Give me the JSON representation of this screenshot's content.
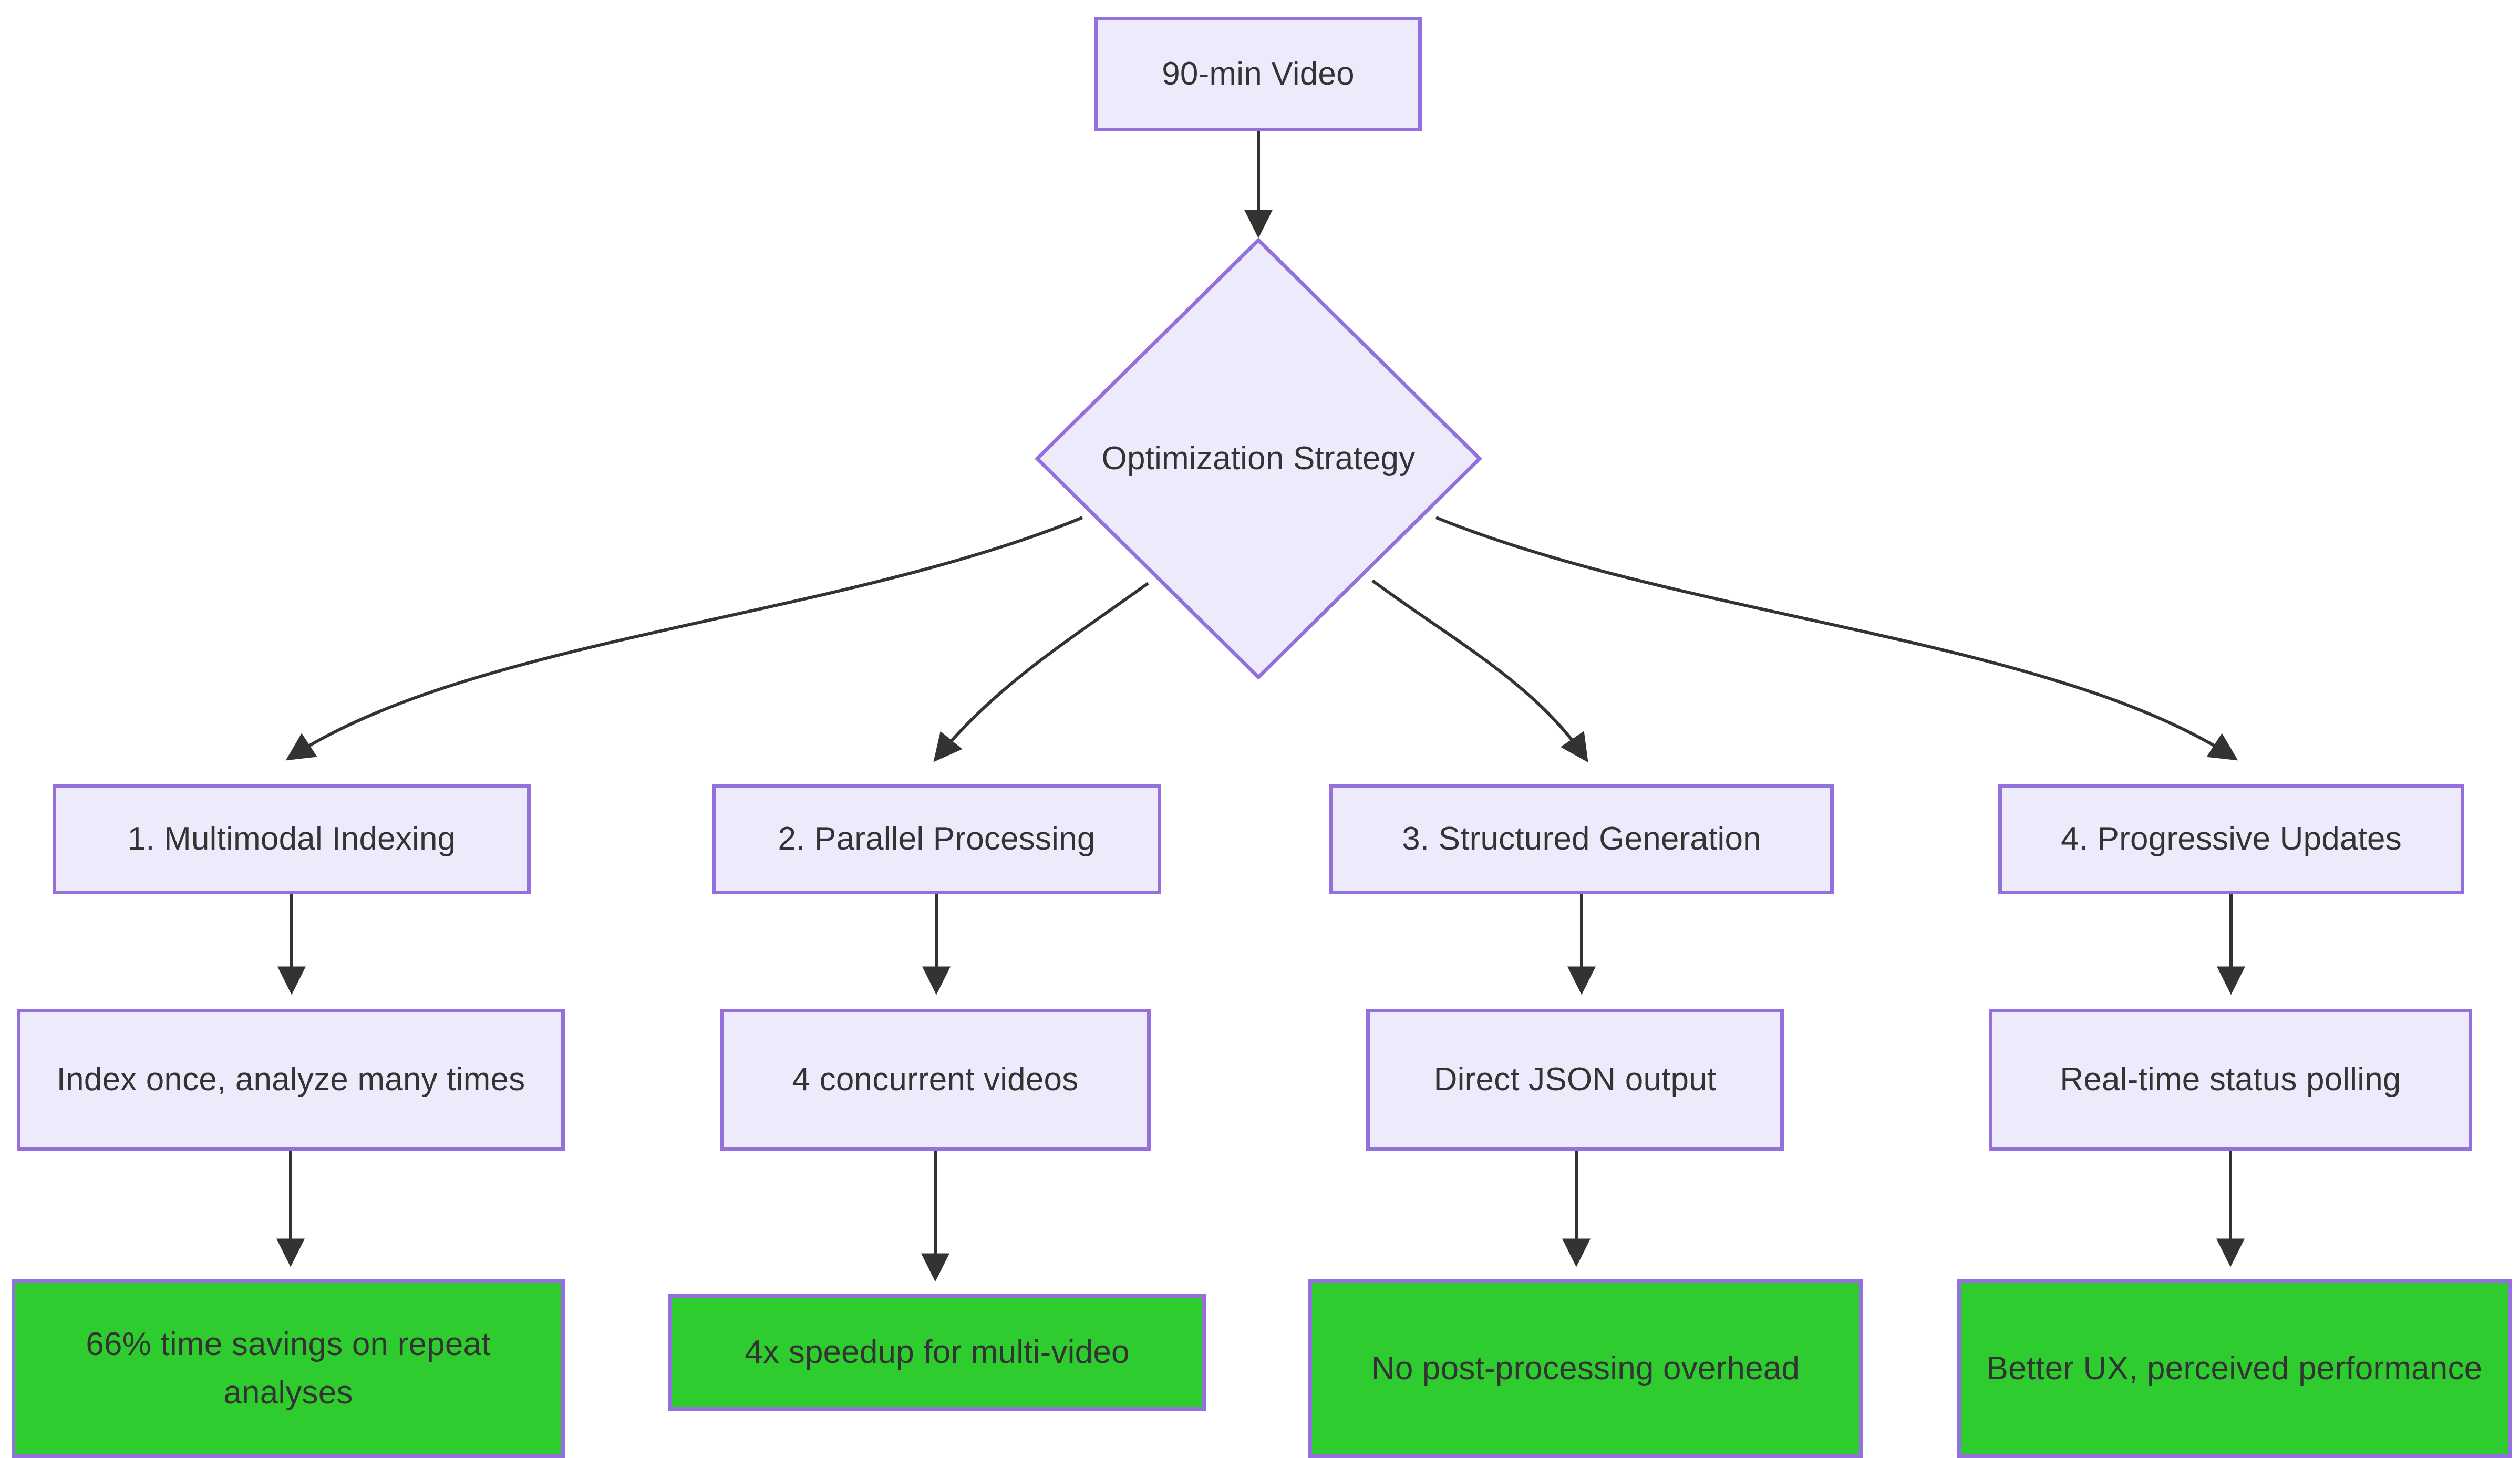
{
  "diagram": {
    "type": "flowchart",
    "orientation": "top-down",
    "colors": {
      "node_fill": "#ECEAFB",
      "node_border": "#9370DB",
      "result_fill": "#2ECC2E",
      "text": "#333333",
      "edge": "#333333",
      "background": "#FFFFFF"
    }
  },
  "nodes": {
    "source": {
      "id": "source",
      "shape": "rect",
      "label": "90-min Video"
    },
    "decision": {
      "id": "decision",
      "shape": "diamond",
      "label": "Optimization Strategy"
    },
    "steps": [
      {
        "id": "step1",
        "shape": "rect",
        "label": "1. Multimodal Indexing"
      },
      {
        "id": "step2",
        "shape": "rect",
        "label": "2. Parallel Processing"
      },
      {
        "id": "step3",
        "shape": "rect",
        "label": "3. Structured Generation"
      },
      {
        "id": "step4",
        "shape": "rect",
        "label": "4. Progressive Updates"
      }
    ],
    "details": [
      {
        "id": "detail1",
        "shape": "rect",
        "label": "Index once, analyze many times"
      },
      {
        "id": "detail2",
        "shape": "rect",
        "label": "4 concurrent videos"
      },
      {
        "id": "detail3",
        "shape": "rect",
        "label": "Direct JSON output"
      },
      {
        "id": "detail4",
        "shape": "rect",
        "label": "Real-time status polling"
      }
    ],
    "results": [
      {
        "id": "result1",
        "shape": "rect",
        "label": "66% time savings on repeat analyses"
      },
      {
        "id": "result2",
        "shape": "rect",
        "label": "4x speedup for multi-video"
      },
      {
        "id": "result3",
        "shape": "rect",
        "label": "No post-processing overhead"
      },
      {
        "id": "result4",
        "shape": "rect",
        "label": "Better UX, perceived performance"
      }
    ]
  },
  "edges": [
    {
      "from": "source",
      "to": "decision",
      "label": ""
    },
    {
      "from": "decision",
      "to": "step1",
      "label": ""
    },
    {
      "from": "decision",
      "to": "step2",
      "label": ""
    },
    {
      "from": "decision",
      "to": "step3",
      "label": ""
    },
    {
      "from": "decision",
      "to": "step4",
      "label": ""
    },
    {
      "from": "step1",
      "to": "detail1",
      "label": ""
    },
    {
      "from": "step2",
      "to": "detail2",
      "label": ""
    },
    {
      "from": "step3",
      "to": "detail3",
      "label": ""
    },
    {
      "from": "step4",
      "to": "detail4",
      "label": ""
    },
    {
      "from": "detail1",
      "to": "result1",
      "label": ""
    },
    {
      "from": "detail2",
      "to": "result2",
      "label": ""
    },
    {
      "from": "detail3",
      "to": "result3",
      "label": ""
    },
    {
      "from": "detail4",
      "to": "result4",
      "label": ""
    }
  ]
}
